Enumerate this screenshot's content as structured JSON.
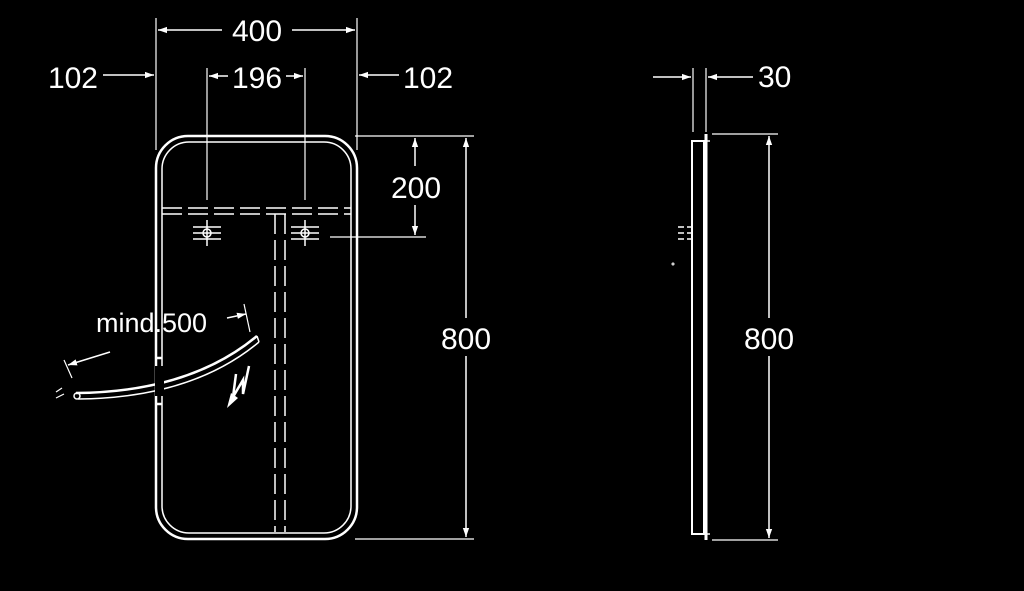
{
  "background_color": "#000000",
  "line_color": "#ffffff",
  "front_view": {
    "width_label": "400",
    "left_offset_label": "102",
    "mount_spacing_label": "196",
    "right_offset_label": "102",
    "mount_height_label": "200",
    "height_label": "800",
    "door_swing_label": "mind.500",
    "electrical_symbol": "lightning-bolt-icon"
  },
  "side_view": {
    "depth_label": "30",
    "height_label": "800"
  }
}
